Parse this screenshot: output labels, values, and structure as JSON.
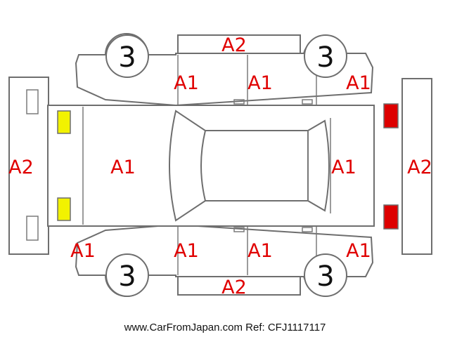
{
  "colors": {
    "damage_code": "#e00000",
    "outline": "#6e6e6e",
    "front_lights": "#f2f200",
    "rear_lights": "#dd0000"
  },
  "areas": {
    "top_center": "A2",
    "top_left_door": "A1",
    "top_right_door": "A1",
    "top_right_corner": "A1",
    "front_bumper": "A2",
    "hood": "A1",
    "trunk": "A1",
    "rear_bumper": "A2",
    "bottom_left_corner": "A1",
    "bottom_left_door": "A1",
    "bottom_right_door": "A1",
    "bottom_right_corner": "A1",
    "bottom_center": "A2"
  },
  "wheels": {
    "front_top": "3",
    "rear_top": "3",
    "front_bottom": "3",
    "rear_bottom": "3"
  },
  "footer": "www.CarFromJapan.com Ref: CFJ1117117"
}
